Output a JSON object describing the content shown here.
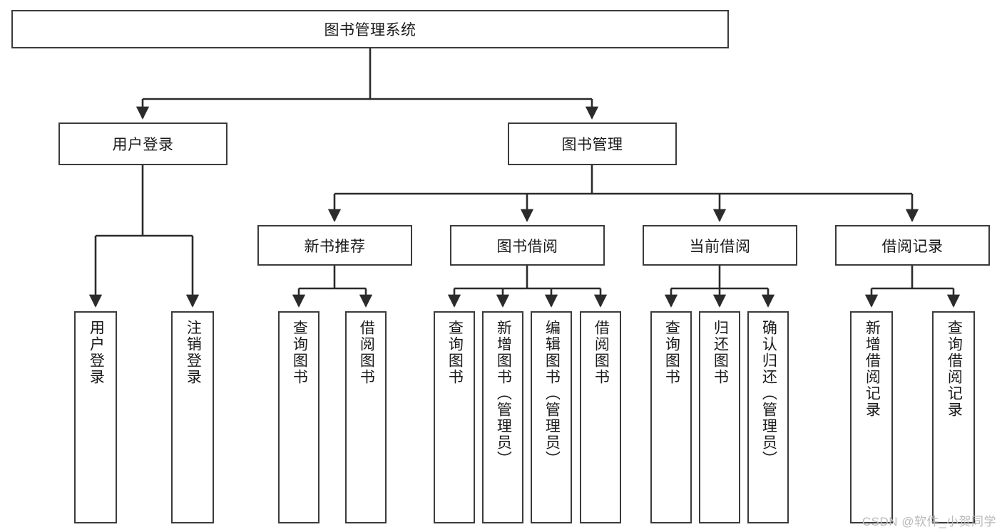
{
  "diagram": {
    "type": "tree-hierarchy-chart",
    "title": "图书管理系统",
    "colors": {
      "box_border": "#3b3b3b",
      "box_fill": "#ffffff",
      "connector": "#2b2b2b",
      "text": "#1a1a1a",
      "watermark": "#b9b9b9",
      "background": "#ffffff"
    },
    "root": {
      "label": "图书管理系统"
    },
    "level1": [
      {
        "id": "user-login",
        "label": "用户登录"
      },
      {
        "id": "book-management",
        "label": "图书管理"
      }
    ],
    "level2": [
      {
        "id": "new-book-recommend",
        "label": "新书推荐",
        "parent": "book-management"
      },
      {
        "id": "book-borrow",
        "label": "图书借阅",
        "parent": "book-management"
      },
      {
        "id": "current-borrow",
        "label": "当前借阅",
        "parent": "book-management"
      },
      {
        "id": "borrow-record",
        "label": "借阅记录",
        "parent": "book-management"
      }
    ],
    "leaves": {
      "user-login": [
        {
          "id": "leaf-user-login",
          "label": "用户登录"
        },
        {
          "id": "leaf-logout-login",
          "label": "注销登录"
        }
      ],
      "new-book-recommend": [
        {
          "id": "leaf-query-book-1",
          "label": "查询图书"
        },
        {
          "id": "leaf-borrow-book-1",
          "label": "借阅图书"
        }
      ],
      "book-borrow": [
        {
          "id": "leaf-query-book-2",
          "label": "查询图书"
        },
        {
          "id": "leaf-add-book",
          "label": "新增图书（管理员）"
        },
        {
          "id": "leaf-edit-book",
          "label": "编辑图书（管理员）"
        },
        {
          "id": "leaf-borrow-book-2",
          "label": "借阅图书"
        }
      ],
      "current-borrow": [
        {
          "id": "leaf-query-book-3",
          "label": "查询图书"
        },
        {
          "id": "leaf-return-book",
          "label": "归还图书"
        },
        {
          "id": "leaf-confirm-return",
          "label": "确认归还（管理员）"
        }
      ],
      "borrow-record": [
        {
          "id": "leaf-add-record",
          "label": "新增借阅记录"
        },
        {
          "id": "leaf-query-record",
          "label": "查询借阅记录"
        }
      ]
    }
  },
  "watermark": {
    "text": "CSDN @软件_小贺同学"
  }
}
